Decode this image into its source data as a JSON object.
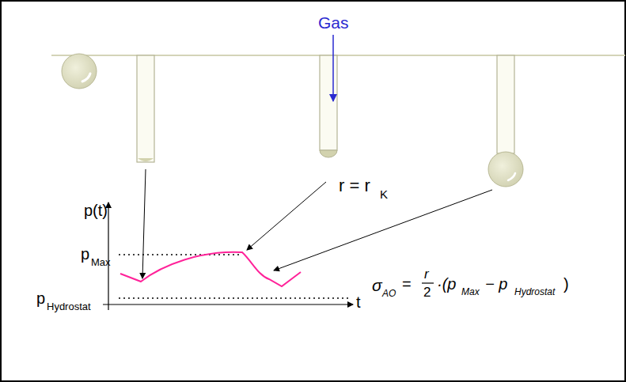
{
  "diagram": {
    "labels": [
      "Gas",
      "r = r",
      "K",
      "p(t)",
      "p",
      "Max",
      "p",
      "Hydrostat",
      "t",
      "σ",
      "AO",
      "=",
      "r",
      "2",
      "·(p",
      "Max",
      "− p",
      "Hydrostat",
      ")"
    ]
  }
}
